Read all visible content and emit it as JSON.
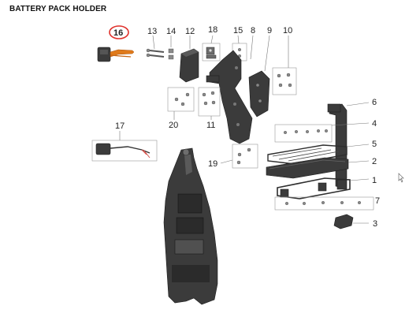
{
  "title": "BATTERY PACK HOLDER",
  "callouts": [
    {
      "id": "16",
      "text": "16",
      "highlight": true
    },
    {
      "id": "13",
      "text": "13"
    },
    {
      "id": "14",
      "text": "14"
    },
    {
      "id": "12",
      "text": "12"
    },
    {
      "id": "18",
      "text": "18"
    },
    {
      "id": "15",
      "text": "15"
    },
    {
      "id": "8",
      "text": "8"
    },
    {
      "id": "9",
      "text": "9"
    },
    {
      "id": "10",
      "text": "10"
    },
    {
      "id": "6",
      "text": "6"
    },
    {
      "id": "4",
      "text": "4"
    },
    {
      "id": "5",
      "text": "5"
    },
    {
      "id": "2",
      "text": "2"
    },
    {
      "id": "1",
      "text": "1"
    },
    {
      "id": "7",
      "text": "7"
    },
    {
      "id": "3",
      "text": "3"
    },
    {
      "id": "17",
      "text": "17"
    },
    {
      "id": "20",
      "text": "20"
    },
    {
      "id": "11",
      "text": "11"
    },
    {
      "id": "19",
      "text": "19"
    }
  ],
  "colors": {
    "highlight": "#e0312b",
    "part": "#3b3b3b",
    "connector": "#e07a1a"
  }
}
